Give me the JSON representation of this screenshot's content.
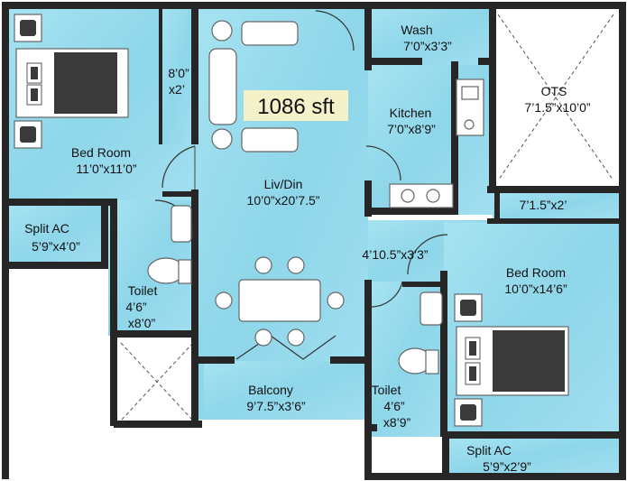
{
  "area": "1086 sft",
  "rooms": {
    "bed1": {
      "name": "Bed Room",
      "size": "11’0”x11’0”"
    },
    "passage": {
      "line1": "8’0”",
      "line2": "x2’"
    },
    "liv": {
      "name": "Liv/Din",
      "size": "10’0”x20’7.5”"
    },
    "wash": {
      "name": "Wash",
      "size": "7’0”x3’3”"
    },
    "kitchen": {
      "name": "Kitchen",
      "size": "7’0”x8’9”"
    },
    "ots": {
      "name": "OTS",
      "size": "7’1.5”x10’0”"
    },
    "strip": {
      "size": "7’1.5”x2’"
    },
    "splitac1": {
      "name": "Split AC",
      "size": "5’9”x4’0”"
    },
    "toilet1": {
      "name": "Toilet",
      "line1": "4’6”",
      "line2": "x8’0”"
    },
    "lobby": {
      "size": "4’10.5”x3’3”"
    },
    "bed2": {
      "name": "Bed Room",
      "size": "10’0”x14’6”"
    },
    "balcony": {
      "name": "Balcony",
      "size": "9’7.5”x3’6”"
    },
    "toilet2": {
      "name": "Toilet",
      "line1": "4’6”",
      "line2": "x8’9”"
    },
    "splitac2": {
      "name": "Split AC",
      "size": "5’9”x2’9”"
    }
  }
}
